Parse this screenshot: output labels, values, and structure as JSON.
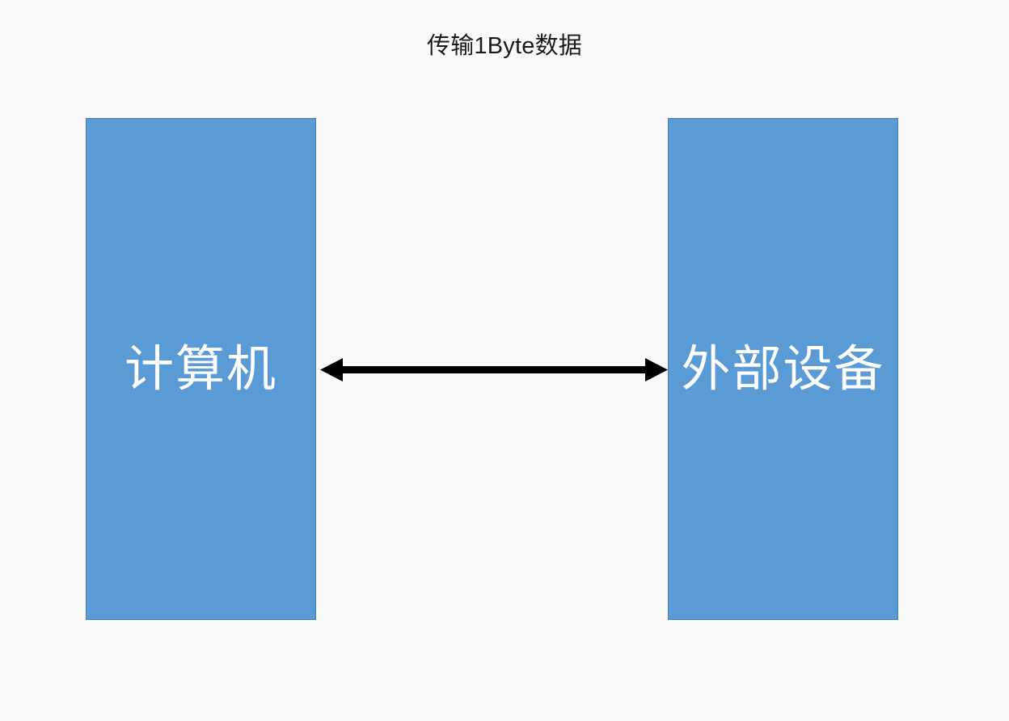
{
  "diagram": {
    "title": "传输1Byte数据",
    "background_color": "#fafafa",
    "nodes": [
      {
        "id": "computer",
        "label": "计算机",
        "fill_color": "#5b9bd5",
        "border_color": "#4580b4",
        "text_color": "#ffffff"
      },
      {
        "id": "external-device",
        "label": "外部设备",
        "fill_color": "#5b9bd5",
        "border_color": "#4580b4",
        "text_color": "#ffffff"
      }
    ],
    "connector": {
      "id": "bidirectional-link",
      "label": "",
      "color": "#000000",
      "style": "double-headed-arrow",
      "from": "computer",
      "to": "external-device"
    }
  }
}
